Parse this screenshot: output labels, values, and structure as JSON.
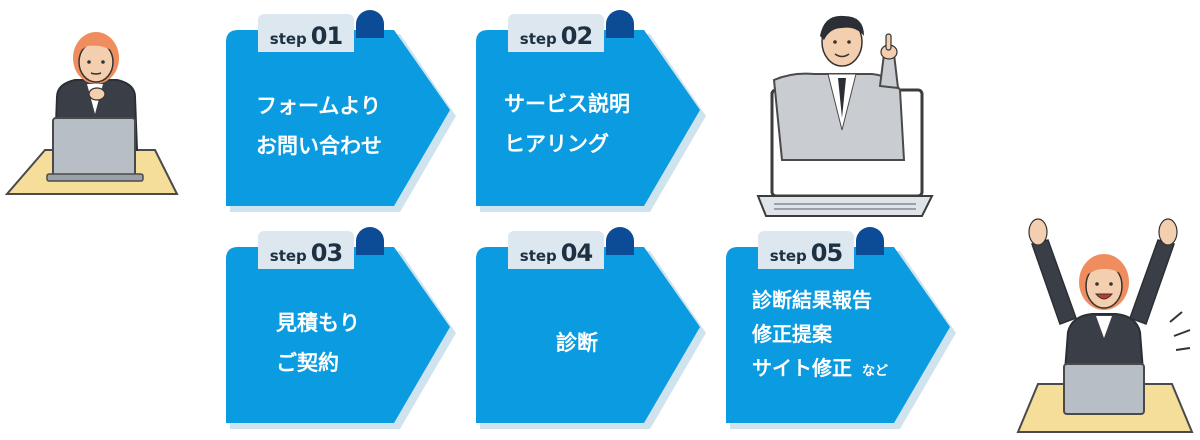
{
  "steps": [
    {
      "word": "step",
      "num": "01",
      "lines": [
        "フォームより",
        "お問い合わせ"
      ]
    },
    {
      "word": "step",
      "num": "02",
      "lines": [
        "サービス説明",
        "ヒアリング"
      ]
    },
    {
      "word": "step",
      "num": "03",
      "lines": [
        "見積もり",
        "ご契約"
      ]
    },
    {
      "word": "step",
      "num": "04",
      "lines": [
        "診断"
      ]
    },
    {
      "word": "step",
      "num": "05",
      "lines": [
        "診断結果報告",
        "修正提案",
        "サイト修正"
      ],
      "suffix": "など"
    }
  ],
  "colors": {
    "card": "#0a9be0",
    "card_shadow": "#cfe3ef",
    "tab": "#dde7f0",
    "knob": "#0c4b95",
    "skin": "#f3cfb0",
    "hair_woman": "#f08d5e",
    "suit_dark": "#3a3f47",
    "suit_gray": "#c9cdd2",
    "desk": "#f5dd9a"
  },
  "icons": [
    "woman-at-laptop-illustration",
    "businessman-in-laptop-illustration",
    "celebrating-woman-illustration"
  ]
}
